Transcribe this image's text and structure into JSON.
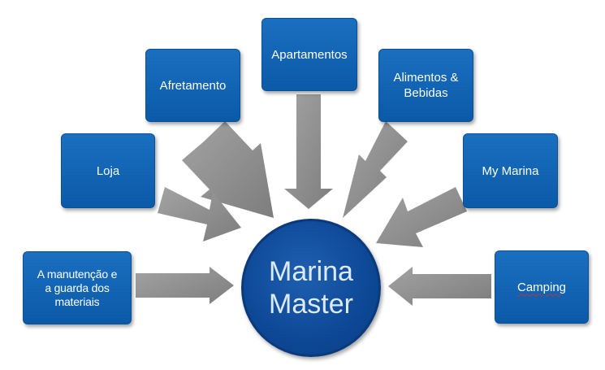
{
  "diagram": {
    "hub": {
      "line1": "Marina",
      "line2": "Master"
    },
    "nodes": [
      {
        "id": "manutencao",
        "lines": [
          "A manutenção  e",
          "a guarda  dos",
          "materiais"
        ]
      },
      {
        "id": "loja",
        "lines": [
          "Loja"
        ]
      },
      {
        "id": "afretamento",
        "lines": [
          "Afretamento"
        ]
      },
      {
        "id": "apartamentos",
        "lines": [
          "Apartamentos"
        ]
      },
      {
        "id": "alimentos",
        "lines": [
          "Alimentos  &",
          "Bebidas"
        ]
      },
      {
        "id": "my-marina",
        "lines": [
          "My Marina"
        ]
      },
      {
        "id": "camping",
        "lines": [
          "Camping"
        ]
      }
    ],
    "colors": {
      "node_fill": "#0a5aa8",
      "hub_fill": "#0d4896",
      "arrow_fill": "#8c8c8c"
    }
  }
}
